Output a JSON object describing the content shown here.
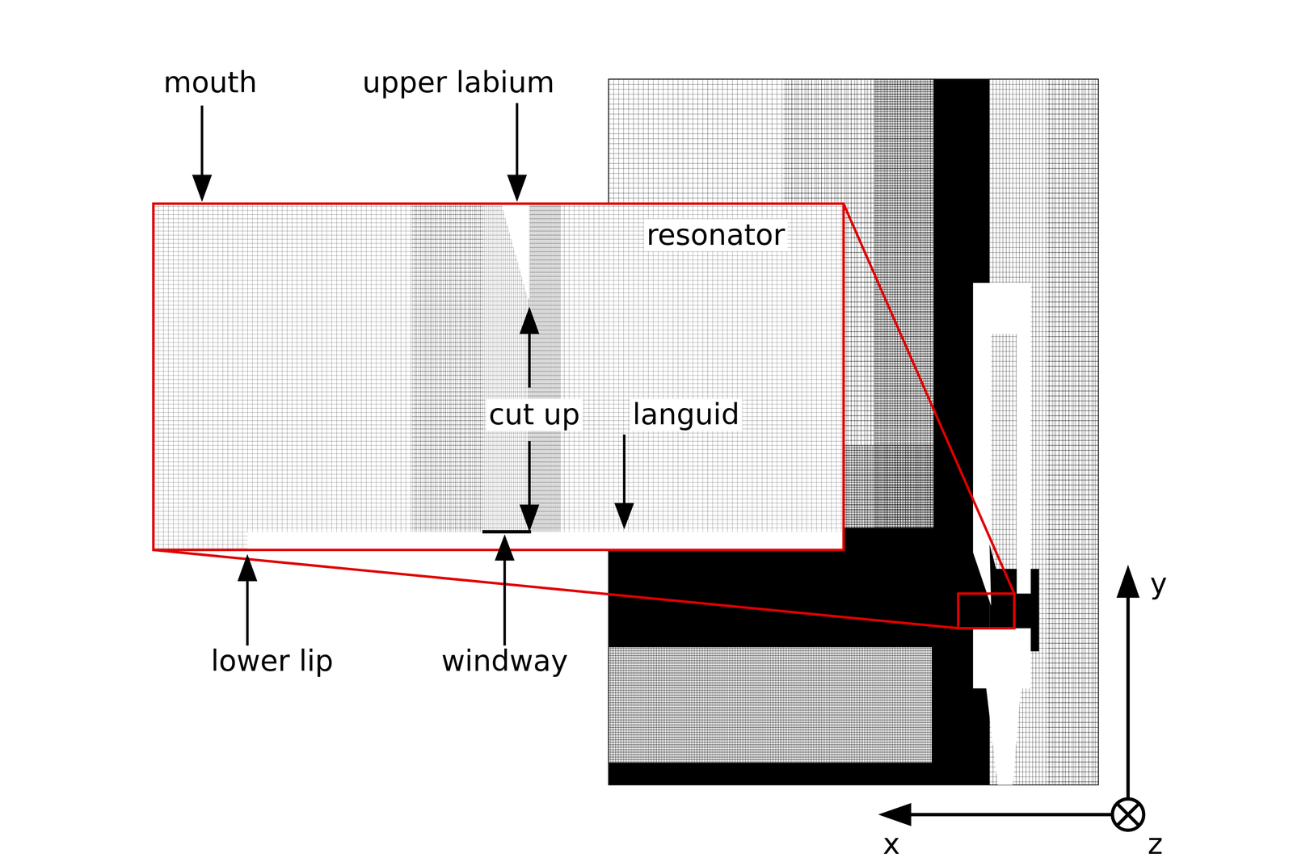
{
  "diagram": {
    "labels": [
      "mouth",
      "upper labium",
      "resonator",
      "cut up",
      "languid",
      "lower lip",
      "windway",
      "y",
      "x",
      "z"
    ]
  }
}
